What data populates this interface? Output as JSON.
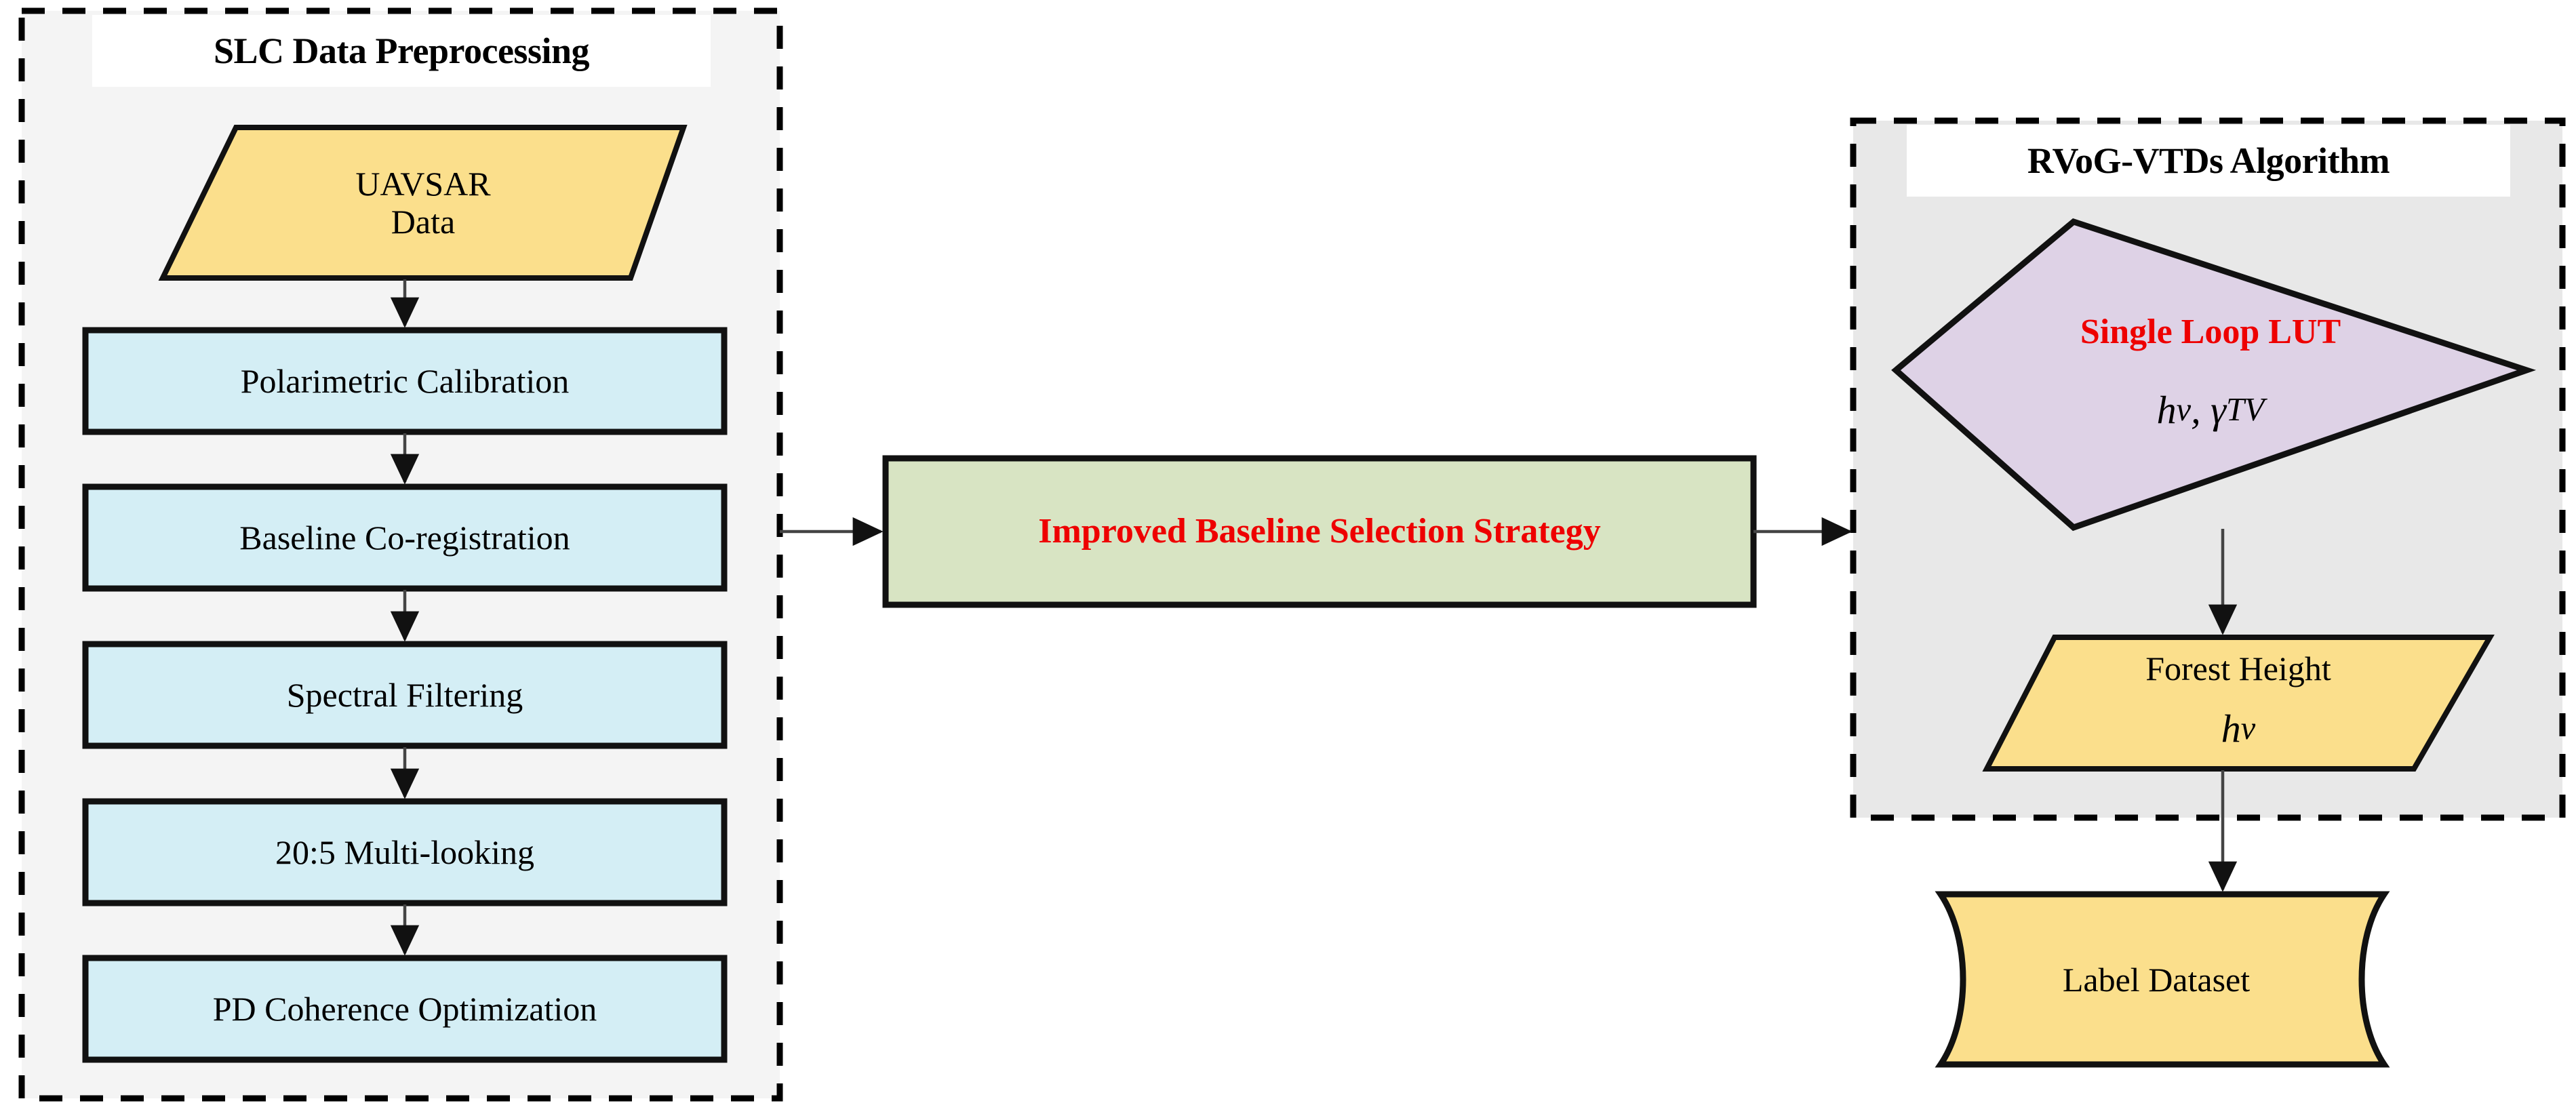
{
  "diagram": {
    "type": "flowchart",
    "title_left_panel": "SLC Data Preprocessing",
    "title_right_panel": "RVoG-VTDs Algorithm",
    "colors": {
      "panel_left_bg": "#f4f4f4",
      "panel_right_bg": "#e8e8e8",
      "panel_border": "#000000",
      "process_fill": "#d4eef5",
      "data_fill": "#fbdf8c",
      "decision_fill": "#ded2e6",
      "strategy_fill": "#d8e4c3",
      "accent_red": "#ee0000",
      "stroke": "#000000",
      "connector": "#444444"
    }
  },
  "left_panel": {
    "title": "SLC Data Preprocessing",
    "input": {
      "shape": "parallelogram",
      "line1": "UAVSAR",
      "line2": "Data"
    },
    "steps": [
      {
        "label": "Polarimetric Calibration"
      },
      {
        "label": "Baseline Co-registration"
      },
      {
        "label": "Spectral Filtering"
      },
      {
        "label": "20:5 Multi-looking"
      },
      {
        "label": "PD Coherence Optimization"
      }
    ]
  },
  "middle": {
    "strategy_box": {
      "shape": "rectangle",
      "label": "Improved Baseline Selection Strategy"
    }
  },
  "right_panel": {
    "title": "RVoG-VTDs Algorithm",
    "decision": {
      "shape": "diamond",
      "label": "Single Loop LUT",
      "math_h": "h",
      "math_h_sub": "v",
      "math_comma": ", ",
      "math_gamma": "γ",
      "math_gamma_sub": "TV"
    },
    "output": {
      "shape": "parallelogram",
      "label": "Forest Height",
      "math_h": "h",
      "math_h_sub": "v"
    }
  },
  "bottom": {
    "dataset": {
      "shape": "cylinder",
      "label": "Label Dataset"
    }
  },
  "connectors": [
    {
      "name": "uavsar-to-polarimetric",
      "direction": "down"
    },
    {
      "name": "polarimetric-to-baseline",
      "direction": "down"
    },
    {
      "name": "baseline-to-spectral",
      "direction": "down"
    },
    {
      "name": "spectral-to-multilooking",
      "direction": "down"
    },
    {
      "name": "multilooking-to-pd",
      "direction": "down"
    },
    {
      "name": "left-panel-to-strategy",
      "direction": "right"
    },
    {
      "name": "strategy-to-right-panel",
      "direction": "right"
    },
    {
      "name": "decision-to-forest-height",
      "direction": "down"
    },
    {
      "name": "forest-height-to-label-dataset",
      "direction": "down"
    }
  ]
}
